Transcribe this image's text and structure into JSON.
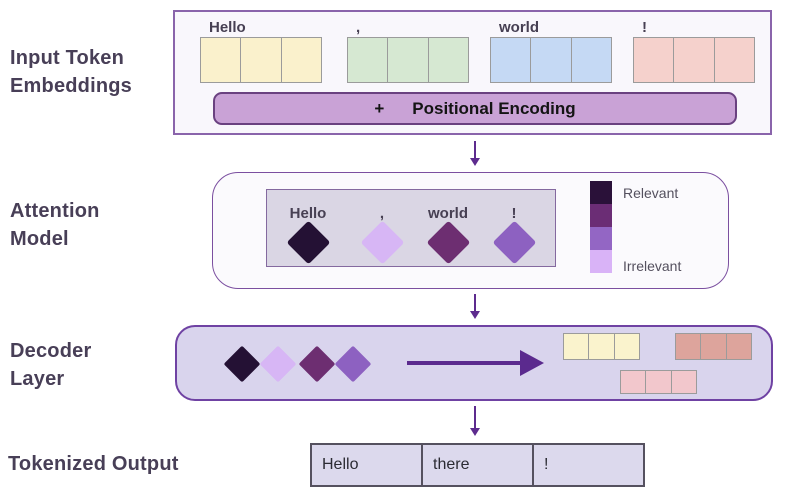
{
  "diagram": {
    "input_embeddings": {
      "label_lines": [
        "Input Token",
        "Embeddings"
      ],
      "tokens": [
        {
          "label": "Hello",
          "color": "#faf1cc"
        },
        {
          "label": ",",
          "color": "#d6e8d2"
        },
        {
          "label": "world",
          "color": "#c5d9f4"
        },
        {
          "label": "!",
          "color": "#f5d1cc"
        }
      ],
      "positional_encoding": {
        "plus": "+",
        "label": "Positional Encoding",
        "fill": "#c9a2d6"
      }
    },
    "attention_model": {
      "label_lines": [
        "Attention",
        "Model"
      ],
      "tokens": [
        {
          "label": "Hello",
          "color": "#241134"
        },
        {
          "label": ",",
          "color": "#d7b6f5"
        },
        {
          "label": "world",
          "color": "#6d2e71"
        },
        {
          "label": "!",
          "color": "#8d61c1"
        }
      ],
      "legend": {
        "swatches": [
          "#2a1139",
          "#6b2d75",
          "#9366c4",
          "#d9b3f7"
        ],
        "top_label": "Relevant",
        "bottom_label": "Irrelevant"
      }
    },
    "decoder_layer": {
      "label_lines": [
        "Decoder",
        "Layer"
      ],
      "diamonds": [
        "#241134",
        "#d7b6f5",
        "#6d2e71",
        "#8d61c1"
      ],
      "output_strips": [
        {
          "name": "yellow-strip",
          "color": "#faf3cd"
        },
        {
          "name": "salmon-strip",
          "color": "#dda49c"
        },
        {
          "name": "pink-strip",
          "color": "#f2c7cc"
        }
      ],
      "arrow_color": "#5b2a8e"
    },
    "tokenized_output": {
      "label": "Tokenized Output",
      "cells": [
        "Hello",
        "there",
        "!"
      ]
    }
  }
}
